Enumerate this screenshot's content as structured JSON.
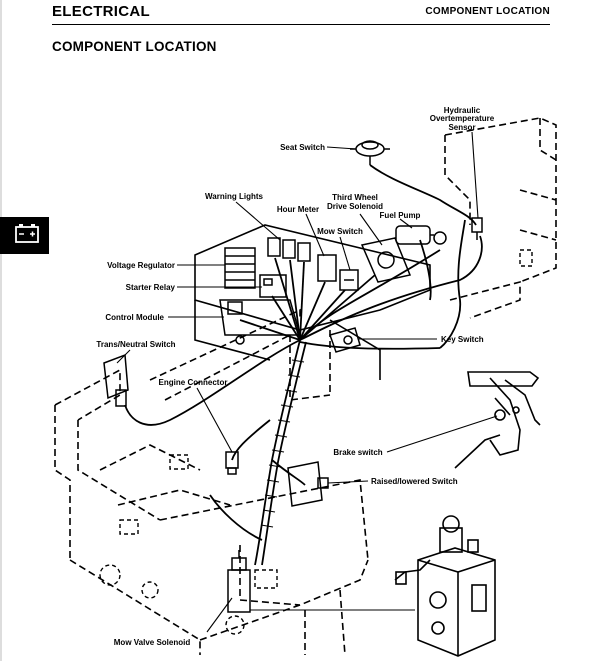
{
  "header": {
    "section": "ELECTRICAL",
    "section_right": "COMPONENT LOCATION"
  },
  "page_title": "COMPONENT LOCATION",
  "side_tab_icon": "battery-icon",
  "labels": {
    "hydraulic_line1": "Hydraulic",
    "hydraulic_line2": "Overtemperature",
    "hydraulic_line3": "Sensor",
    "seat_switch": "Seat Switch",
    "warning_lights": "Warning Lights",
    "third_wheel_line1": "Third Wheel",
    "third_wheel_line2": "Drive Solenoid",
    "hour_meter": "Hour Meter",
    "fuel_pump": "Fuel Pump",
    "mow_switch": "Mow Switch",
    "voltage_regulator": "Voltage Regulator",
    "starter_relay": "Starter Relay",
    "control_module": "Control Module",
    "trans_neutral_switch": "Trans/Neutral Switch",
    "key_switch": "Key Switch",
    "engine_connector": "Engine Connector",
    "brake_switch": "Brake switch",
    "raised_lowered_switch": "Raised/lowered Switch",
    "mow_valve_solenoid": "Mow Valve Solenoid"
  }
}
